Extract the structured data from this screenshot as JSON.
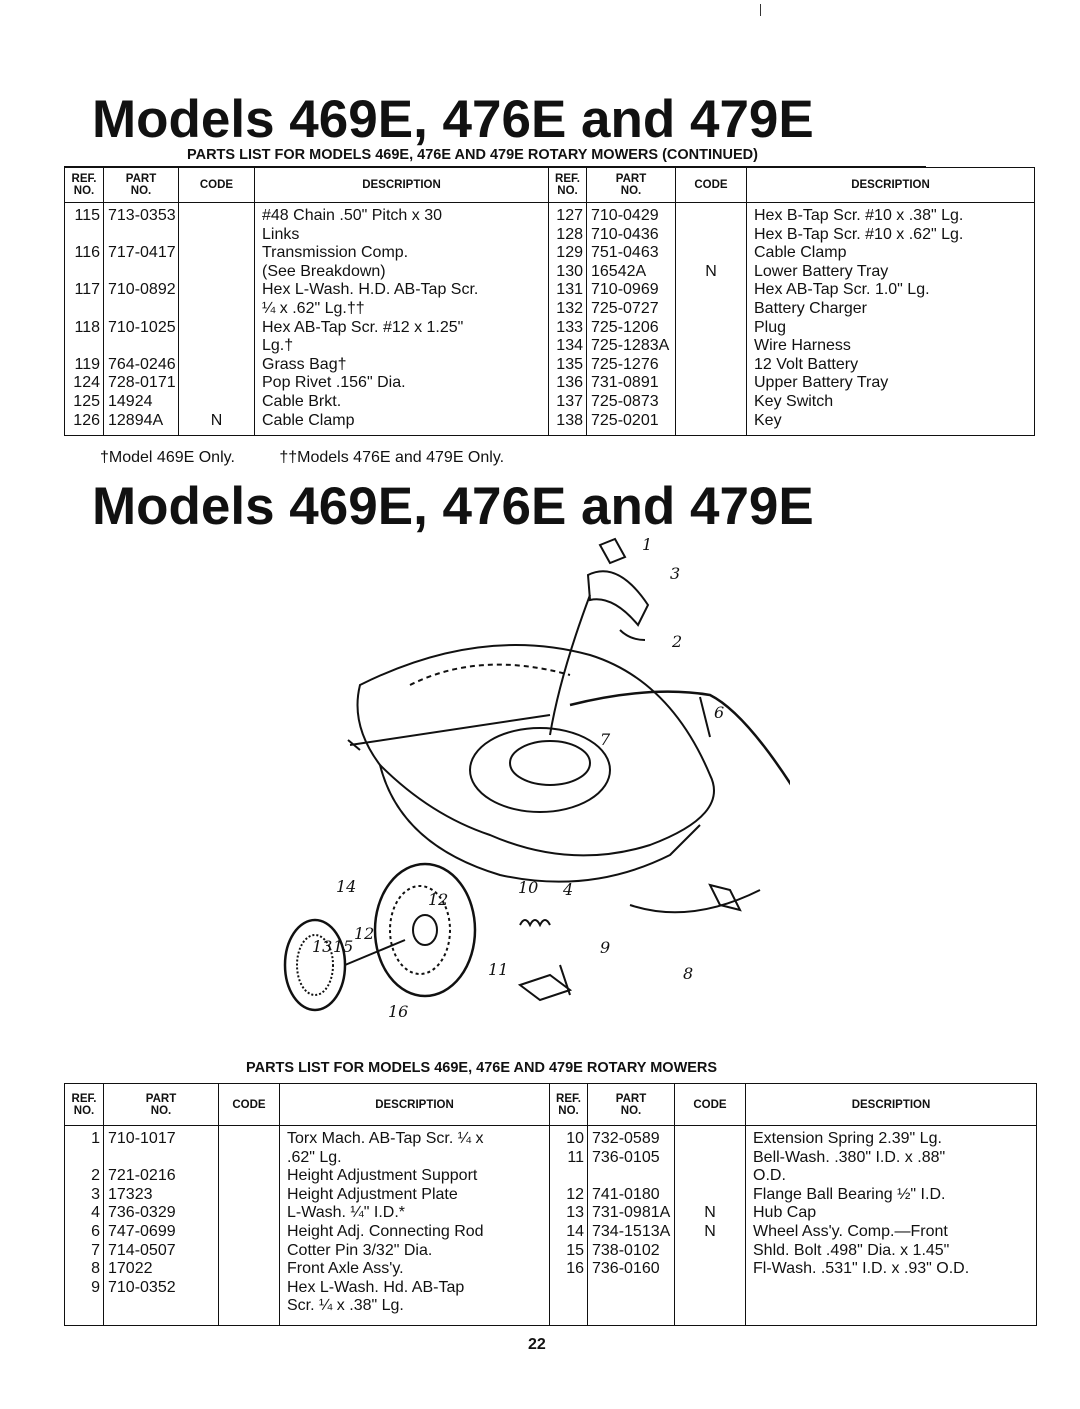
{
  "page": {
    "title_top": "Models 469E, 476E and 479E",
    "title_diagram": "Models 469E, 476E and 479E",
    "page_number": "22"
  },
  "list1": {
    "heading": "PARTS LIST FOR MODELS 469E, 476E AND 479E ROTARY MOWERS (CONTINUED)",
    "headers": {
      "ref": [
        "REF.",
        "NO."
      ],
      "part": [
        "PART",
        "NO."
      ],
      "code": "CODE",
      "description": "DESCRIPTION"
    },
    "left": {
      "ref": [
        "115",
        "",
        "116",
        "",
        "117",
        "",
        "118",
        "",
        "119",
        "124",
        "125",
        "126"
      ],
      "part": [
        "713-0353",
        "",
        "717-0417",
        "",
        "710-0892",
        "",
        "710-1025",
        "",
        "764-0246",
        "728-0171",
        "14924",
        "12894A"
      ],
      "code": [
        "",
        "",
        "",
        "",
        "",
        "",
        "",
        "",
        "",
        "",
        "",
        "N"
      ],
      "desc": [
        "#48 Chain .50\" Pitch x 30",
        "    Links",
        "Transmission Comp.",
        "    (See Breakdown)",
        "Hex L-Wash. H.D. AB-Tap Scr.",
        "    ¼ x .62\" Lg.††",
        "Hex AB-Tap Scr. #12 x 1.25\"",
        "    Lg.†",
        "Grass Bag†",
        "Pop Rivet .156\" Dia.",
        "Cable Brkt.",
        "Cable Clamp"
      ]
    },
    "right": {
      "ref": [
        "127",
        "128",
        "129",
        "130",
        "131",
        "132",
        "133",
        "134",
        "135",
        "136",
        "137",
        "138"
      ],
      "part": [
        "710-0429",
        "710-0436",
        "751-0463",
        "16542A",
        "710-0969",
        "725-0727",
        "725-1206",
        "725-1283A",
        "725-1276",
        "731-0891",
        "725-0873",
        "725-0201"
      ],
      "code": [
        "",
        "",
        "",
        "N",
        "",
        "",
        "",
        "",
        "",
        "",
        "",
        ""
      ],
      "desc": [
        "Hex B-Tap Scr. #10 x .38\" Lg.",
        "Hex B-Tap Scr. #10 x .62\" Lg.",
        "Cable Clamp",
        "Lower Battery Tray",
        "Hex AB-Tap Scr. 1.0\" Lg.",
        "Battery Charger",
        "Plug",
        "Wire Harness",
        "12 Volt Battery",
        "Upper Battery Tray",
        "Key Switch",
        "Key"
      ]
    },
    "footnotes": [
      "†Model 469E Only.",
      "††Models 476E and 479E Only."
    ]
  },
  "diagram": {
    "callouts": [
      "1",
      "2",
      "3",
      "4",
      "6",
      "7",
      "8",
      "9",
      "10",
      "11",
      "12",
      "12",
      "13",
      "14",
      "15",
      "16"
    ]
  },
  "list2": {
    "heading": "PARTS LIST FOR MODELS 469E, 476E AND 479E ROTARY MOWERS",
    "left": {
      "ref": [
        "1",
        "",
        "2",
        "3",
        "4",
        "6",
        "7",
        "8",
        "9",
        ""
      ],
      "part": [
        "710-1017",
        "",
        "721-0216",
        "17323",
        "736-0329",
        "747-0699",
        "714-0507",
        "17022",
        "710-0352",
        ""
      ],
      "code": [
        "",
        "",
        "",
        "",
        "",
        "",
        "",
        "",
        "",
        ""
      ],
      "desc": [
        "Torx Mach. AB-Tap Scr. ¼ x",
        "    .62\" Lg.",
        "Height Adjustment Support",
        "Height Adjustment Plate",
        "L-Wash. ¼\" I.D.*",
        "Height Adj. Connecting Rod",
        "Cotter Pin 3/32\" Dia.",
        "Front Axle Ass'y.",
        "Hex L-Wash. Hd. AB-Tap",
        "    Scr. ¼ x .38\" Lg."
      ]
    },
    "right": {
      "ref": [
        "10",
        "11",
        "",
        "12",
        "13",
        "14",
        "15",
        "16"
      ],
      "part": [
        "732-0589",
        "736-0105",
        "",
        "741-0180",
        "731-0981A",
        "734-1513A",
        "738-0102",
        "736-0160"
      ],
      "code": [
        "",
        "",
        "",
        "",
        "N",
        "N",
        "",
        ""
      ],
      "desc": [
        "Extension Spring 2.39\" Lg.",
        "Bell-Wash. .380\" I.D. x .88\"",
        "    O.D.",
        "Flange Ball Bearing ½\" I.D.",
        "Hub Cap",
        "Wheel Ass'y. Comp.—Front",
        "Shld. Bolt .498\" Dia. x 1.45\"",
        "Fl-Wash. .531\" I.D. x .93\" O.D."
      ]
    }
  }
}
